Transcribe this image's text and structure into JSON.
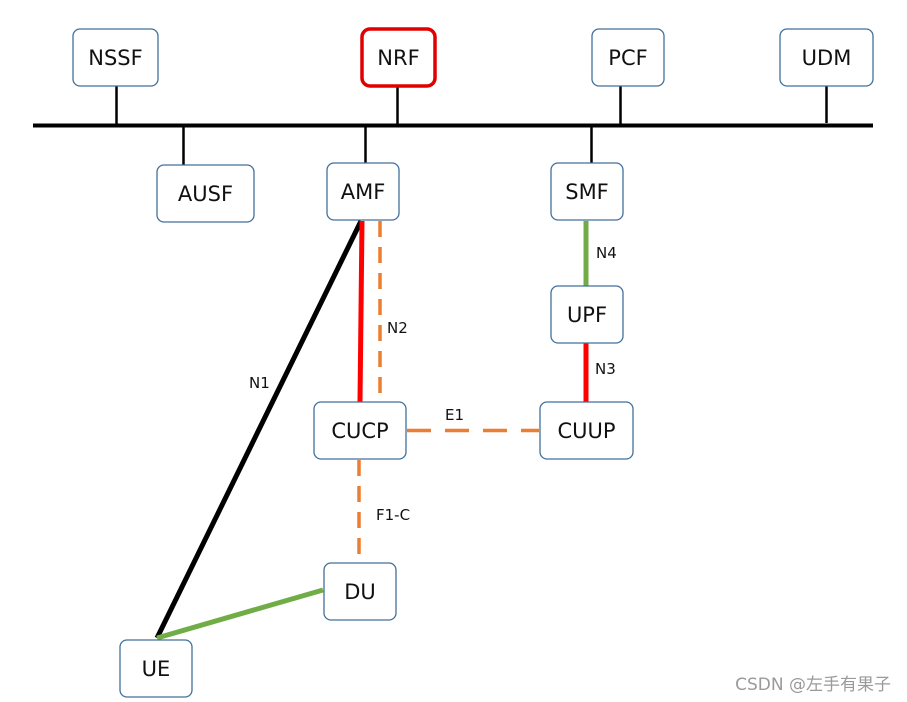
{
  "nodes": {
    "nssf": "NSSF",
    "nrf": "NRF",
    "pcf": "PCF",
    "udm": "UDM",
    "ausf": "AUSF",
    "amf": "AMF",
    "smf": "SMF",
    "upf": "UPF",
    "cucp": "CUCP",
    "cuup": "CUUP",
    "du": "DU",
    "ue": "UE"
  },
  "interfaces": {
    "n1": "N1",
    "n2": "N2",
    "n3": "N3",
    "n4": "N4",
    "e1": "E1",
    "f1c": "F1-C"
  },
  "watermark": "CSDN @左手有果子",
  "colors": {
    "node_border": "#41719c",
    "highlight_border": "#e00000",
    "bus": "#000000",
    "red_link": "#ff0000",
    "black_link": "#000000",
    "green_link": "#70ad47",
    "orange_dashed_link": "#ed7d31"
  }
}
